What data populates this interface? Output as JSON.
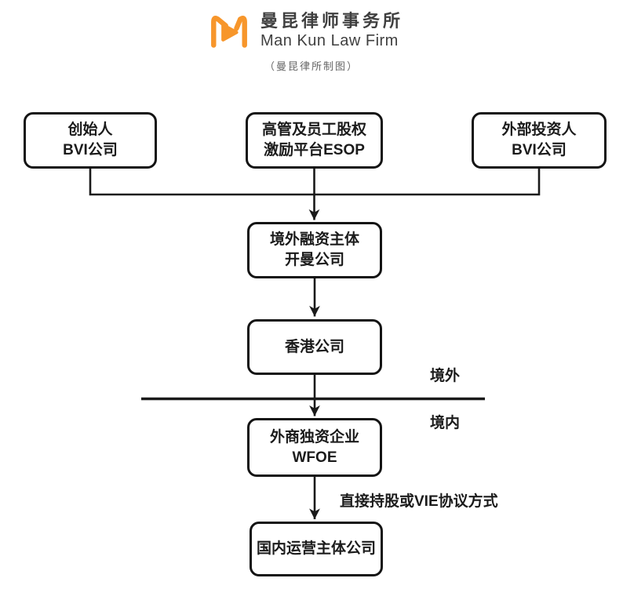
{
  "header": {
    "title_zh": "曼昆律师事务所",
    "title_en": "Man Kun Law Firm",
    "caption": "（曼昆律所制图）",
    "logo_color": "#F7962B"
  },
  "diagram": {
    "line_color": "#1a1a1a",
    "boxes": {
      "founder": {
        "line1": "创始人",
        "line2": "BVI公司"
      },
      "esop": {
        "line1": "高管及员工股权",
        "line2": "激励平台ESOP"
      },
      "investor": {
        "line1": "外部投资人",
        "line2": "BVI公司"
      },
      "cayman": {
        "line1": "境外融资主体",
        "line2": "开曼公司"
      },
      "hongkong": {
        "line1": "香港公司"
      },
      "wfoe": {
        "line1": "外商独资企业",
        "line2": "WFOE"
      },
      "domestic": {
        "line1": "国内运营主体公司"
      }
    },
    "labels": {
      "offshore": "境外",
      "onshore": "境内",
      "arrow_note": "直接持股或VIE协议方式"
    }
  }
}
